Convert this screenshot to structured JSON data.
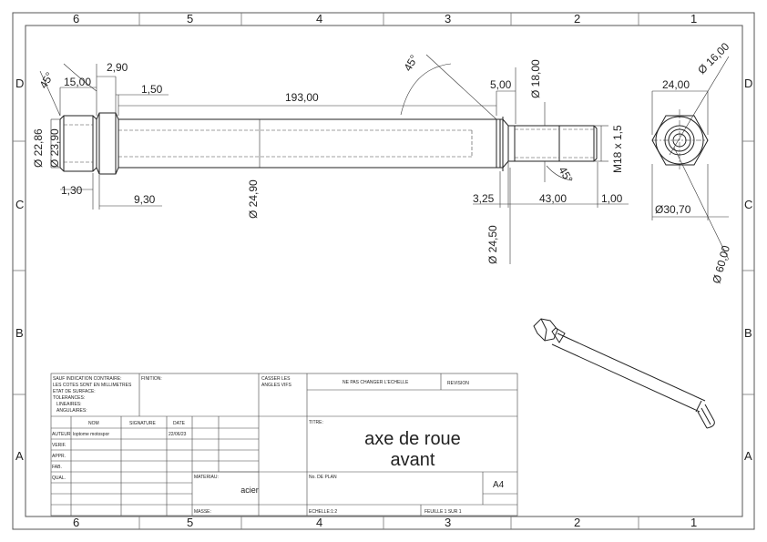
{
  "sheet": {
    "zones_columns": [
      "6",
      "5",
      "4",
      "3",
      "2",
      "1"
    ],
    "zones_rows": [
      "D",
      "C",
      "B",
      "A"
    ]
  },
  "dimensions": {
    "chamfer_angle_left": "45°",
    "d_15": "15,00",
    "d_2_90": "2,90",
    "d_1_50": "1,50",
    "d_193": "193,00",
    "chamfer_angle_mid": "45°",
    "d_5": "5,00",
    "dia_18": "Ø 18,00",
    "dia_22_86": "Ø 22,86",
    "dia_23_90": "Ø 23,90",
    "d_1_30": "1,30",
    "d_9_30": "9,30",
    "dia_24_90": "Ø 24,90",
    "thread": "M18 x 1,5",
    "chamfer_angle_right": "45°",
    "d_3_25": "3,25",
    "d_43": "43,00",
    "d_1": "1,00",
    "dia_24_50": "Ø 24,50",
    "d_24": "24,00",
    "dia_16": "Ø 16,00",
    "dia_30_70": "Ø30,70",
    "dia_60": "Ø 60,00"
  },
  "title_block": {
    "general_notes": [
      "SAUF INDICATION CONTRAIRE:",
      "LES COTES SONT EN MILLIMETRES",
      "ETAT DE SURFACE:",
      "TOLERANCES:",
      "LINEAIRES:",
      "ANGULAIRES:"
    ],
    "finish_label": "FINITION:",
    "break_edges": [
      "CASSER LES",
      "ANGLES VIFS"
    ],
    "do_not_scale": "NE PAS CHANGER L'ECHELLE",
    "revision_label": "REVISION",
    "col_name": "NOM",
    "col_signature": "SIGNATURE",
    "col_date": "DATE",
    "row_author": "AUTEUR",
    "author_name": "loptome motospor",
    "author_date": "22/06/23",
    "row_verif": "VERIF.",
    "row_appr": "APPR.",
    "row_fab": "FAB.",
    "row_qual": "QUAL.",
    "title_label": "TITRE:",
    "title_line1": "axe de roue",
    "title_line2": "avant",
    "material_label": "MATERIAU:",
    "material": "acier",
    "plan_label": "No. DE PLAN",
    "format": "A4",
    "mass_label": "MASSE:",
    "scale_label": "ECHELLE:1:2",
    "sheet_label": "FEUILLE 1 SUR 1"
  }
}
